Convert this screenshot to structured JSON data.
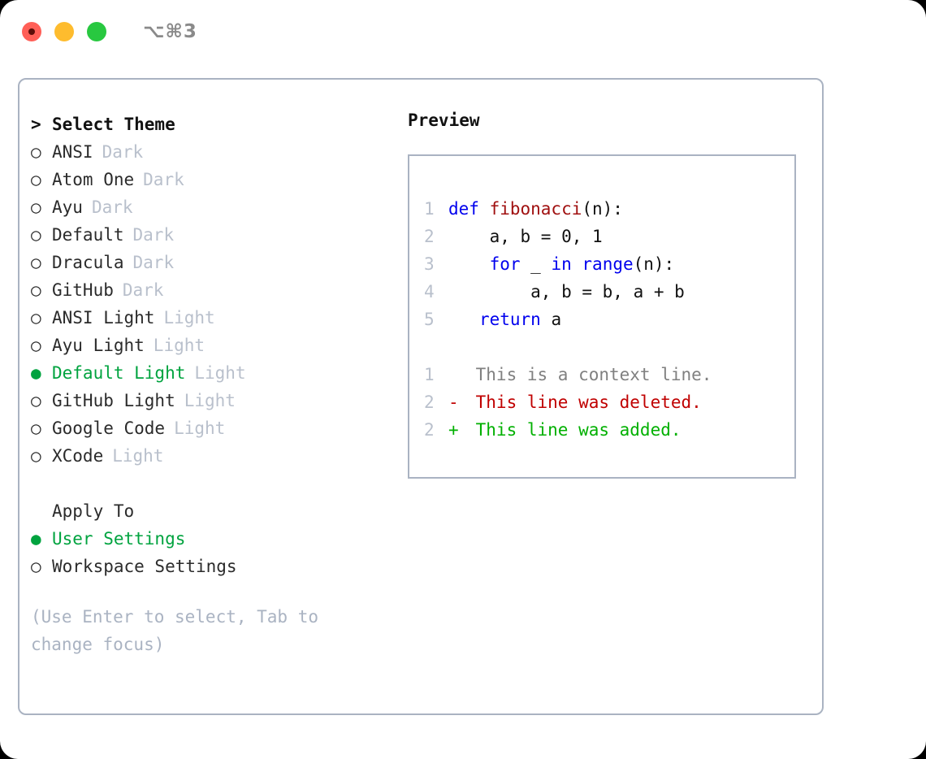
{
  "titlebar": {
    "shortcut": "⌥⌘3",
    "lights": [
      "close",
      "minimize",
      "zoom"
    ]
  },
  "left": {
    "header": {
      "caret": ">",
      "label": "Select Theme"
    },
    "themes": [
      {
        "marker": "○",
        "name": "ANSI",
        "tag": "Dark",
        "selected": false
      },
      {
        "marker": "○",
        "name": "Atom One",
        "tag": "Dark",
        "selected": false
      },
      {
        "marker": "○",
        "name": "Ayu",
        "tag": "Dark",
        "selected": false
      },
      {
        "marker": "○",
        "name": "Default",
        "tag": "Dark",
        "selected": false
      },
      {
        "marker": "○",
        "name": "Dracula",
        "tag": "Dark",
        "selected": false
      },
      {
        "marker": "○",
        "name": "GitHub",
        "tag": "Dark",
        "selected": false
      },
      {
        "marker": "○",
        "name": "ANSI Light",
        "tag": "Light",
        "selected": false
      },
      {
        "marker": "○",
        "name": "Ayu Light",
        "tag": "Light",
        "selected": false
      },
      {
        "marker": "●",
        "name": "Default Light",
        "tag": "Light",
        "selected": true
      },
      {
        "marker": "○",
        "name": "GitHub Light",
        "tag": "Light",
        "selected": false
      },
      {
        "marker": "○",
        "name": "Google Code",
        "tag": "Light",
        "selected": false
      },
      {
        "marker": "○",
        "name": "XCode",
        "tag": "Light",
        "selected": false
      }
    ],
    "apply_to": {
      "label": "Apply To",
      "options": [
        {
          "marker": "●",
          "name": "User Settings",
          "selected": true
        },
        {
          "marker": "○",
          "name": "Workspace Settings",
          "selected": false
        }
      ]
    },
    "hint": "(Use Enter to select, Tab to change focus)"
  },
  "right": {
    "preview_title": "Preview",
    "code_lines": [
      {
        "num": "1",
        "gutter": "",
        "tokens": [
          {
            "t": "def ",
            "c": "kw"
          },
          {
            "t": "fibonacci",
            "c": "fn"
          },
          {
            "t": "(n):",
            "c": "pl"
          }
        ]
      },
      {
        "num": "2",
        "gutter": "",
        "tokens": [
          {
            "t": "    a, b = 0, 1",
            "c": "pl"
          }
        ]
      },
      {
        "num": "3",
        "gutter": "",
        "tokens": [
          {
            "t": "    ",
            "c": "pl"
          },
          {
            "t": "for",
            "c": "kw"
          },
          {
            "t": " _ ",
            "c": "pl"
          },
          {
            "t": "in",
            "c": "kw"
          },
          {
            "t": " ",
            "c": "pl"
          },
          {
            "t": "range",
            "c": "kw"
          },
          {
            "t": "(n):",
            "c": "pl"
          }
        ]
      },
      {
        "num": "4",
        "gutter": "",
        "tokens": [
          {
            "t": "        a, b = b, a + b",
            "c": "pl"
          }
        ]
      },
      {
        "num": "5",
        "gutter": "",
        "tokens": [
          {
            "t": "   ",
            "c": "pl"
          },
          {
            "t": "return",
            "c": "kw"
          },
          {
            "t": " a",
            "c": "pl"
          }
        ]
      }
    ],
    "diff_lines": [
      {
        "num": "1",
        "gutter": " ",
        "text": " This is a context line.",
        "c": "ctx"
      },
      {
        "num": "2",
        "gutter": "-",
        "text": " This line was deleted.",
        "c": "del"
      },
      {
        "num": "2",
        "gutter": "+",
        "text": " This line was added.",
        "c": "add"
      }
    ]
  },
  "colors": {
    "accent_green": "#00a33f",
    "muted": "#b9c0cc",
    "border": "#aab3c2",
    "keyword": "#0000ee",
    "function": "#a01010",
    "diff_added": "#00b000",
    "diff_deleted": "#c00000",
    "diff_context": "#808080",
    "light_red": "#ff5f57",
    "light_yellow": "#febc2e",
    "light_green": "#28c840"
  }
}
